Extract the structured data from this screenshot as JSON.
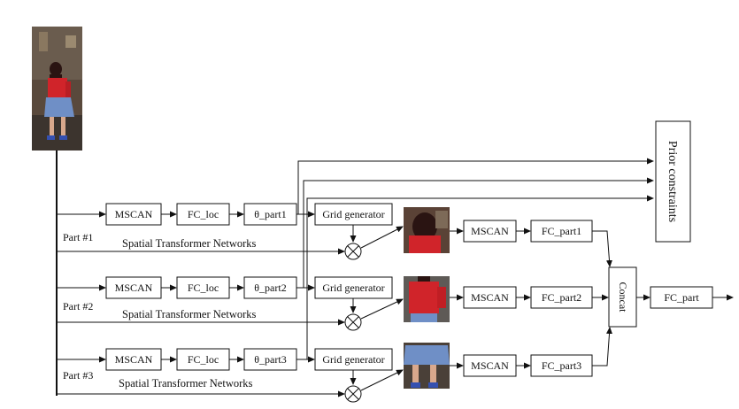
{
  "colors": {
    "shirt": "#d0242a",
    "skirt": "#6f8fc6",
    "hair": "#2a1412",
    "skin": "#d9a88c",
    "background_photo": "#4a4038",
    "line": "#111111"
  },
  "images": {
    "input_person": "full-body-pedestrian-photo",
    "crop_1": "head-upper-torso-crop",
    "crop_2": "torso-crop",
    "crop_3": "legs-skirt-crop"
  },
  "parts": [
    {
      "part_label": "Part #1",
      "stn_label": "Spatial Transformer Networks",
      "mscan": "MSCAN",
      "fc_loc": "FC_loc",
      "theta": "θ_part1",
      "grid": "Grid generator",
      "mscan2": "MSCAN",
      "fc_part": "FC_part1"
    },
    {
      "part_label": "Part #2",
      "stn_label": "Spatial Transformer Networks",
      "mscan": "MSCAN",
      "fc_loc": "FC_loc",
      "theta": "θ_part2",
      "grid": "Grid generator",
      "mscan2": "MSCAN",
      "fc_part": "FC_part2"
    },
    {
      "part_label": "Part #3",
      "stn_label": "Spatial Transformer Networks",
      "mscan": "MSCAN",
      "fc_loc": "FC_loc",
      "theta": "θ_part3",
      "grid": "Grid generator",
      "mscan2": "MSCAN",
      "fc_part": "FC_part3"
    }
  ],
  "concat_label": "Concat",
  "fc_part_label": "FC_part",
  "prior_label": "Prior constraints",
  "sampler_symbol": "⊗"
}
